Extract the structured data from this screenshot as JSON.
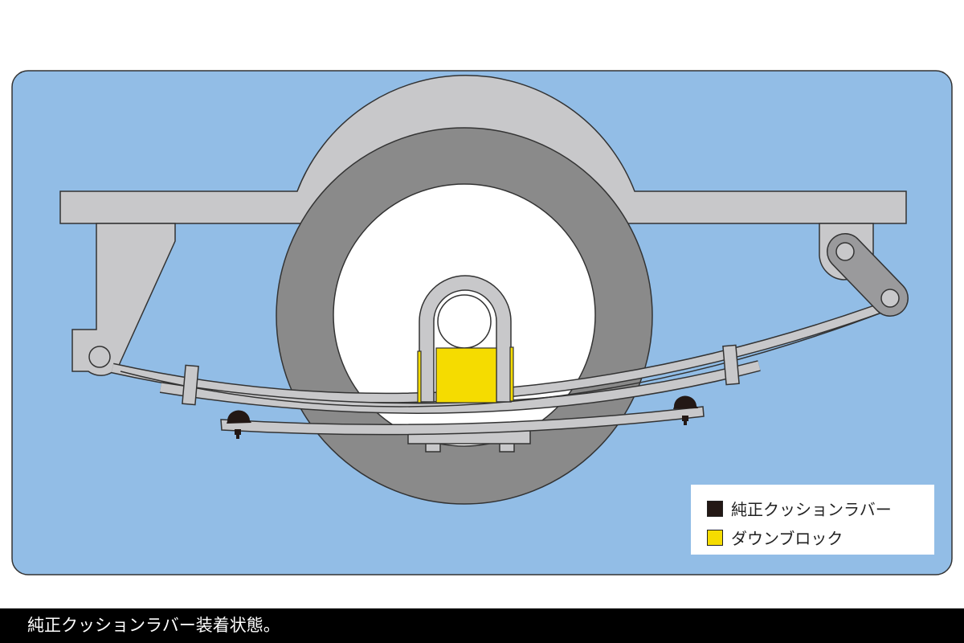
{
  "legend": {
    "items": [
      {
        "label": "純正クッションラバー",
        "color": "#231815"
      },
      {
        "label": "ダウンブロック",
        "color": "#f5dc00"
      }
    ]
  },
  "caption": "純正クッションラバー装着状態。",
  "colors": {
    "background": "#92bde6",
    "metal": "#c8c8ca",
    "tire": "#8a8a8a"
  }
}
